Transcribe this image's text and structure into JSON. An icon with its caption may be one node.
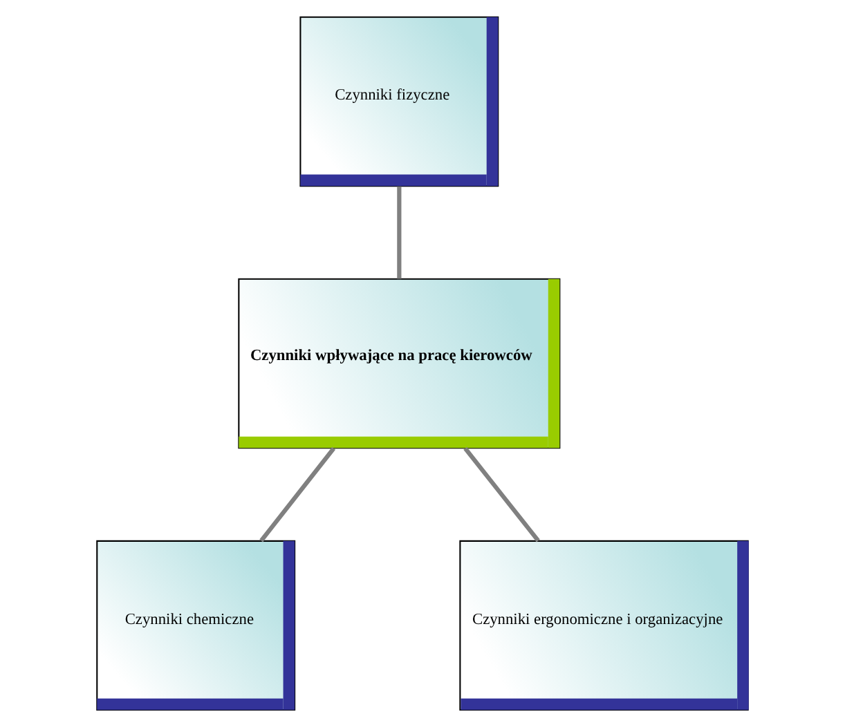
{
  "diagram": {
    "nodes": [
      {
        "text": [
          "Czynniki fizyczne"
        ]
      },
      {
        "text": [
          "Czynniki wpływające na pracę kierowców"
        ]
      },
      {
        "text": [
          "Czynniki chemiczne"
        ]
      },
      {
        "text": [
          "Czynniki ergonomiczne i organizacyjne"
        ]
      }
    ],
    "edges": [
      {
        "from": 0,
        "to": 1,
        "arrow": "none"
      },
      {
        "from": 1,
        "to": 2,
        "arrow": "none"
      },
      {
        "from": 1,
        "to": 3,
        "arrow": "none"
      }
    ]
  }
}
